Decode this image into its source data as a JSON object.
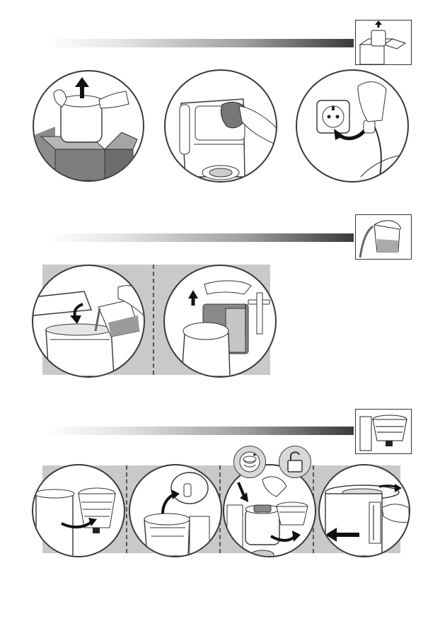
{
  "page": {
    "background": "#ffffff",
    "line_color": "#3a3a3a",
    "band_color": "#c9c9c9"
  },
  "sections": [
    {
      "id": "unpack-and-install",
      "thumbnail_icon": "box-unpack-icon",
      "steps": [
        {
          "icon": "lift-out-of-box-icon"
        },
        {
          "icon": "wipe-cloth-icon"
        },
        {
          "icon": "plug-in-socket-icon"
        }
      ]
    },
    {
      "id": "fill-water",
      "thumbnail_icon": "jug-pour-icon",
      "steps": [
        {
          "icon": "pour-water-icon"
        },
        {
          "icon": "fill-at-tap-icon"
        }
      ]
    },
    {
      "id": "filter-and-descale",
      "thumbnail_icon": "filter-holder-icon",
      "steps": [
        {
          "icon": "rotate-filter-holder-icon"
        },
        {
          "icon": "open-lid-icon"
        },
        {
          "icon": "insert-filter-icon",
          "badges": [
            "filter-symbol-icon",
            "unlock-icon"
          ]
        },
        {
          "icon": "remove-tank-icon"
        }
      ]
    }
  ]
}
